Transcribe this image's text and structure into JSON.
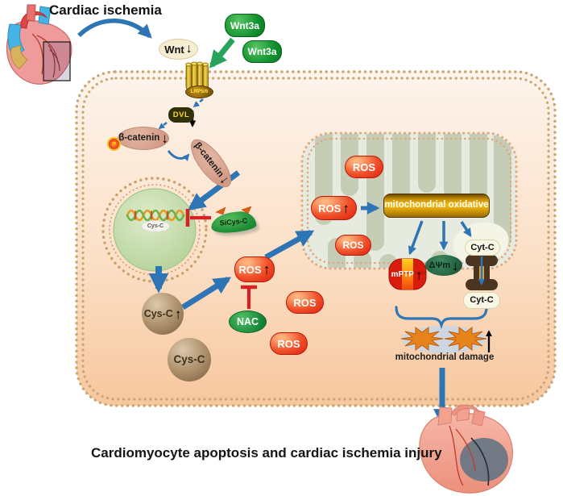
{
  "title": "Cardiac ischemia",
  "caption": "Cardiomyocyte apoptosis and  cardiac ischemia injury",
  "glyphs": {
    "up": "↑",
    "down": "↓"
  },
  "wnt_pathway": {
    "wnt": "Wnt",
    "wnt3a_top": "Wnt3a",
    "wnt3a_bottom": "Wnt3a",
    "receptor": "LRP5/6",
    "dvl": "DVL",
    "beta_catenin_cytosol": "β-catenin",
    "beta_catenin_translocating": "β-catenin",
    "phospho_mark": "P"
  },
  "nucleus": {
    "gene_label": "Cys-C",
    "sirna": "SiCys-C"
  },
  "cystatin": {
    "elevated": "Cys-C",
    "basal": "Cys-C"
  },
  "ros_labels": {
    "cytosol_up": "ROS",
    "cytosol_1": "ROS",
    "cytosol_2": "ROS",
    "mito_top": "ROS",
    "mito_up": "ROS",
    "mito_bottom": "ROS"
  },
  "antioxidant": {
    "nac": "NAC"
  },
  "mitochondria": {
    "oxidative_box": "mitochondrial oxidative",
    "mptp": "mPTP",
    "membrane_potential": "ΔΨm",
    "cyt_c_inner": "Cyt-C",
    "cyt_c_released": "Cyt-C",
    "damage": "mitochondrial damage"
  },
  "colors": {
    "arrow_blue": "#2e75b6",
    "arrow_green": "#27a35c",
    "inhibit_red": "#d42322",
    "ros_red": "#e8341c",
    "wnt3a_green": "#1f9638",
    "gold": "#eeb410",
    "membrane_tan": "#c9a36b",
    "cell_fill_top": "#fdf3e9",
    "cell_fill_bottom": "#f8cda4",
    "mito_fill": "#e7eadf",
    "cristae": "#c6cdb7"
  }
}
